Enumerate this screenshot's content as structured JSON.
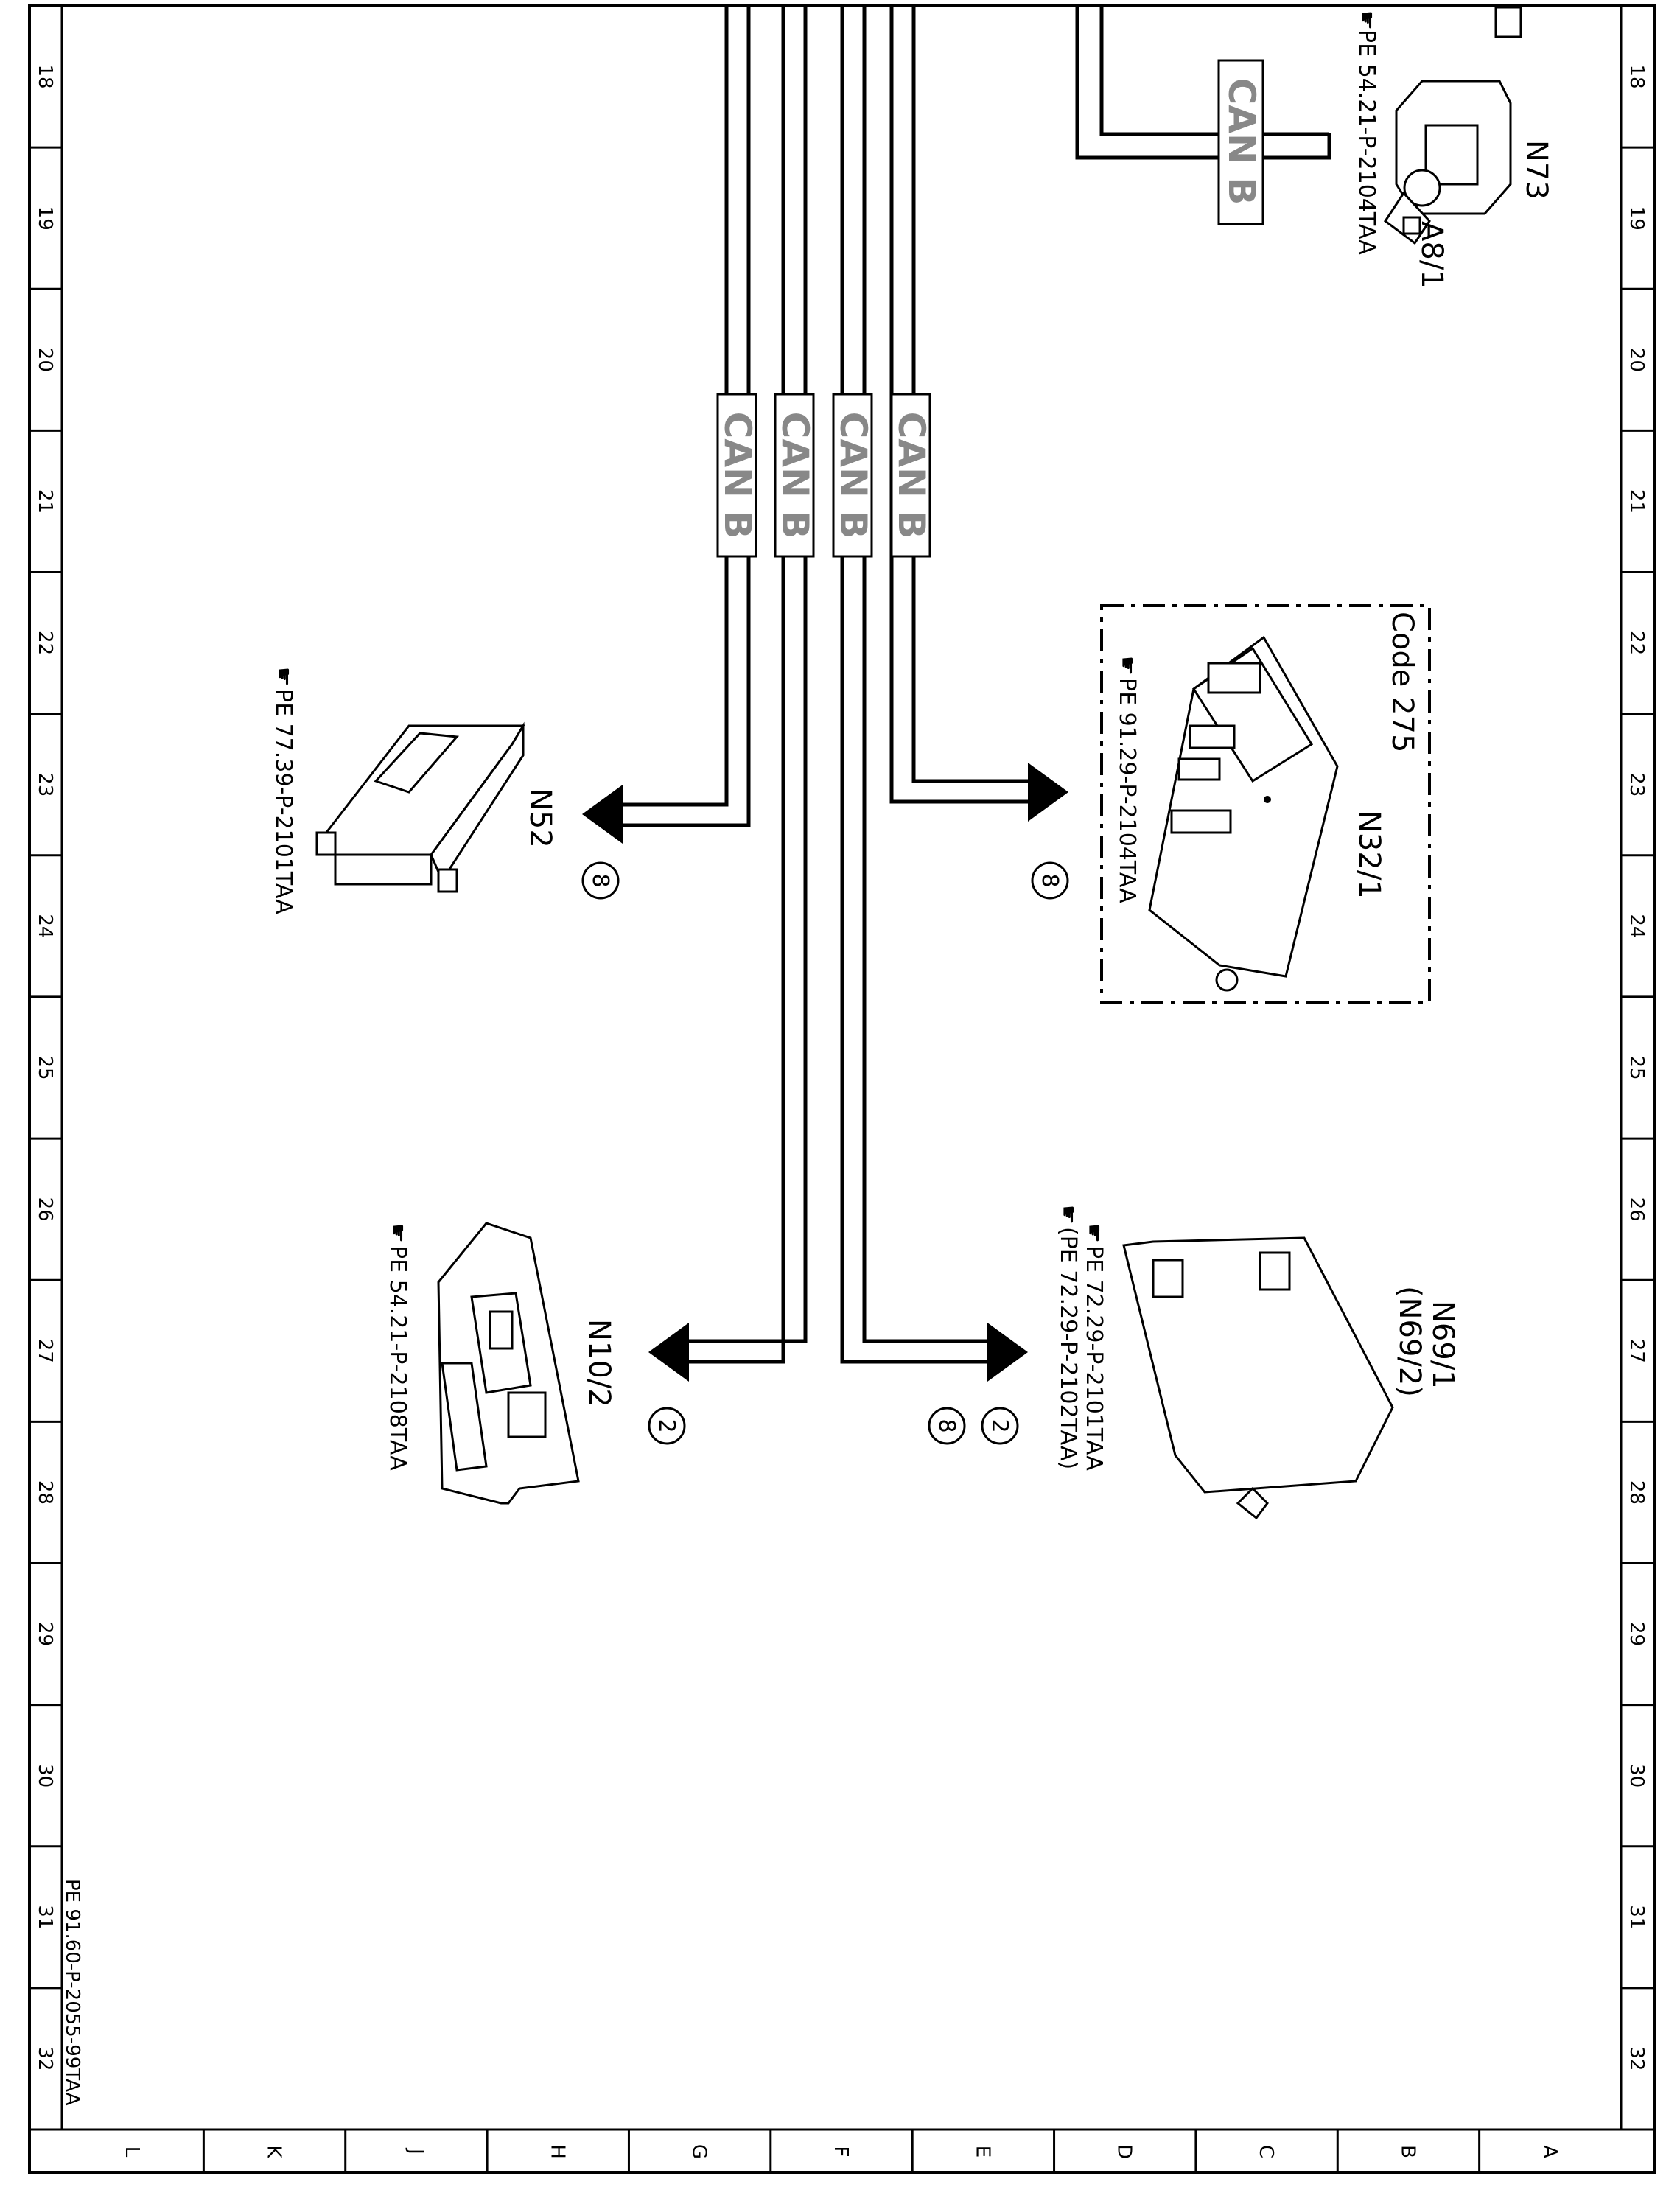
{
  "diagram": {
    "grid_numbers": [
      "18",
      "19",
      "20",
      "21",
      "22",
      "23",
      "24",
      "25",
      "26",
      "27",
      "28",
      "29",
      "30",
      "31",
      "32"
    ],
    "grid_letters": [
      "A",
      "B",
      "C",
      "D",
      "E",
      "F",
      "G",
      "H",
      "J",
      "K",
      "L"
    ],
    "bus_label": "CAN B",
    "footer_ref": "PE 91.60-P-2055-99TAA",
    "components": [
      {
        "id": "N73",
        "name": "N73",
        "sub": "A8/1",
        "ref": "PE 54.21-P-2104TAA"
      },
      {
        "id": "N32/1",
        "name": "N32/1",
        "code": "Code 275",
        "ref": "PE 91.29-P-2104TAA",
        "connector": "8"
      },
      {
        "id": "N52",
        "name": "N52",
        "ref": "PE 77.39-P-2101TAA",
        "connector": "8"
      },
      {
        "id": "N69/1",
        "name": "N69/1",
        "sub": "(N69/2)",
        "ref": "PE 72.29-P-2101TAA",
        "ref2": "(PE 72.29-P-2102TAA)",
        "connector": "2",
        "connector2": "8"
      },
      {
        "id": "N10/2",
        "name": "N10/2",
        "ref": "PE 54.21-P-2108TAA",
        "connector": "2"
      }
    ]
  }
}
